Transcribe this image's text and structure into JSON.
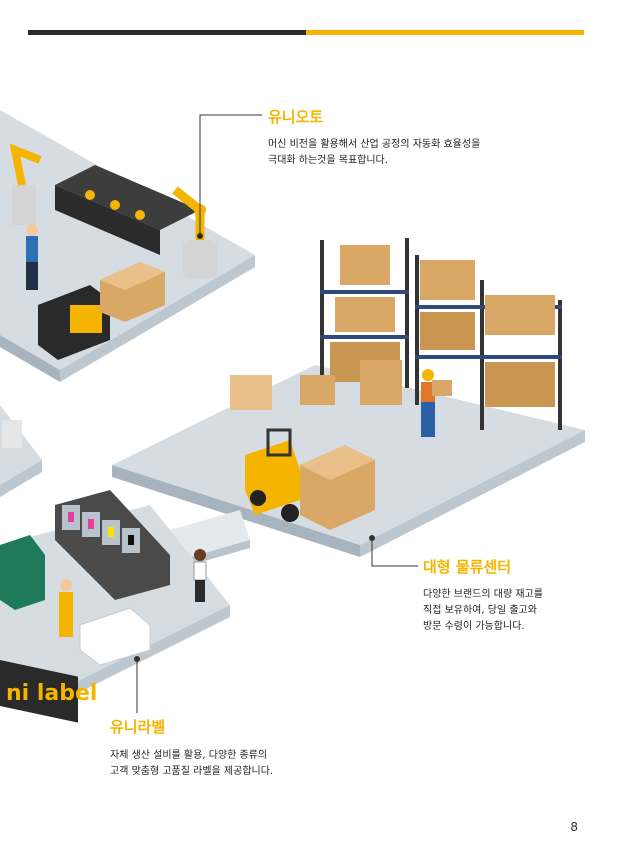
{
  "colors": {
    "accent": "#f5b400",
    "dark": "#2a2a2a",
    "floor": "#d5dde3",
    "floor_side": "#a8b4bd"
  },
  "sections": {
    "uniauto": {
      "title": "유니오토",
      "lines": [
        "머신 비전을 활용해서 산업 공정의 자동화 효율성을",
        "극대화 하는것을 목표합니다."
      ]
    },
    "logistics": {
      "title": "대형 물류센터",
      "lines": [
        "다양한 브랜드의 대량 재고를",
        "직접 보유하여, 당일 출고와",
        "방문 수령이 가능합니다."
      ]
    },
    "unilabel": {
      "title": "유니라벨",
      "lines": [
        "자체 생산 설비를 활용, 다양한 종류의",
        "고객 맞춤형 고품질 라벨을 제공합니다."
      ],
      "sign_text": "ni label"
    }
  },
  "page_number": "8"
}
